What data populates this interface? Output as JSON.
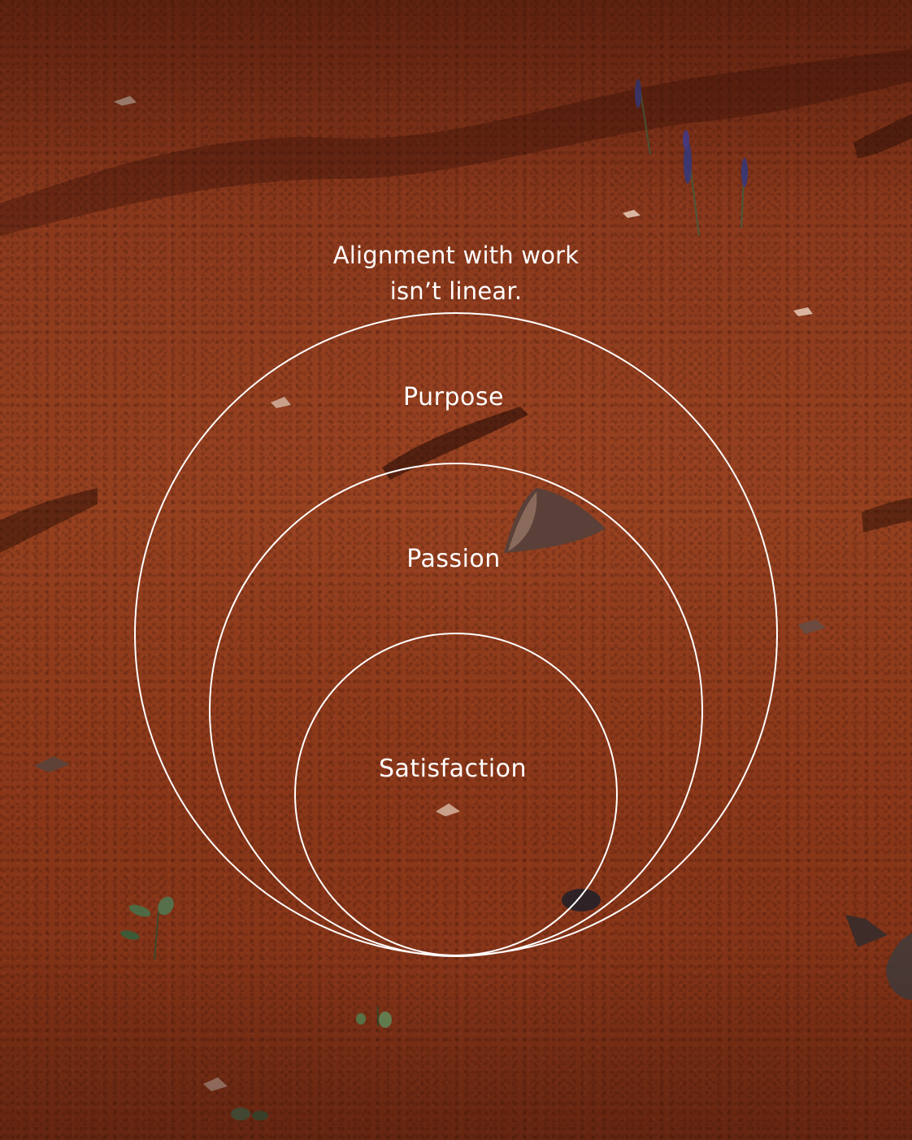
{
  "heading": {
    "line1": "Alignment with work",
    "line2": "isn’t linear."
  },
  "rings": [
    {
      "label": "Purpose"
    },
    {
      "label": "Passion"
    },
    {
      "label": "Satisfaction"
    }
  ],
  "colors": {
    "ground": "#8c3a1d",
    "ring_stroke": "#ffffff",
    "text": "#ffffff"
  },
  "icons": [
    "rock-icon",
    "plant-icon",
    "flower-icon"
  ]
}
